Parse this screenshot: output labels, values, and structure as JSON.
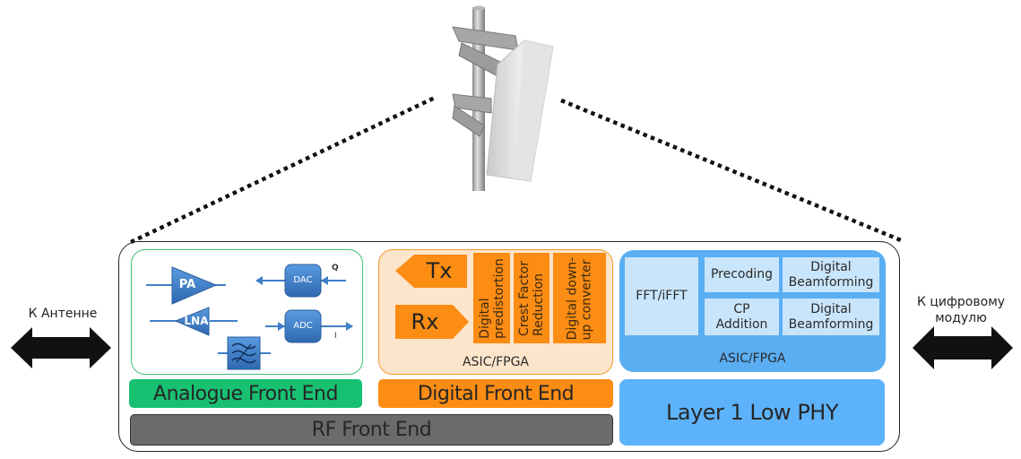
{
  "left_connector": {
    "label": "К Антенне",
    "icon": "double-arrow-icon"
  },
  "right_connector": {
    "label_line1": "К цифровому",
    "label_line2": "модулю",
    "icon": "double-arrow-icon"
  },
  "antenna": {
    "icon": "antenna-panel-icon"
  },
  "analogue_front_end": {
    "title": "Analogue Front End",
    "components": {
      "pa": "PA",
      "lna": "LNA",
      "dac": "DAC",
      "adc": "ADC",
      "q_label": "Q",
      "i_label": "I",
      "filter_icon": "filter-icon"
    }
  },
  "digital_front_end": {
    "title": "Digital Front End",
    "tx": "Tx",
    "rx": "Rx",
    "blocks": [
      {
        "line1": "Digital",
        "line2": "predistortion"
      },
      {
        "line1": "Crest Factor",
        "line2": "Reduction"
      },
      {
        "line1": "Digital down-",
        "line2": "up converter"
      }
    ],
    "chip": "ASIC/FPGA"
  },
  "low_phy": {
    "title": "Layer 1 Low PHY",
    "blocks": {
      "fft": "FFT/iFFT",
      "precoding": "Precoding",
      "cp_line1": "CP",
      "cp_line2": "Addition",
      "bf1_line1": "Digital",
      "bf1_line2": "Beamforming",
      "bf2_line1": "Digital",
      "bf2_line2": "Beamforming"
    },
    "chip": "ASIC/FPGA"
  },
  "rf_front_end": {
    "title": "RF Front End"
  },
  "colors": {
    "analogue": "#18c071",
    "digital": "#fb8c14",
    "digital_panel": "#fde5cc",
    "phy": "#5db3fb",
    "phy_block": "#c9e5fb",
    "rf": "#6b6b6b",
    "component_blue": "#3f7fc6"
  }
}
